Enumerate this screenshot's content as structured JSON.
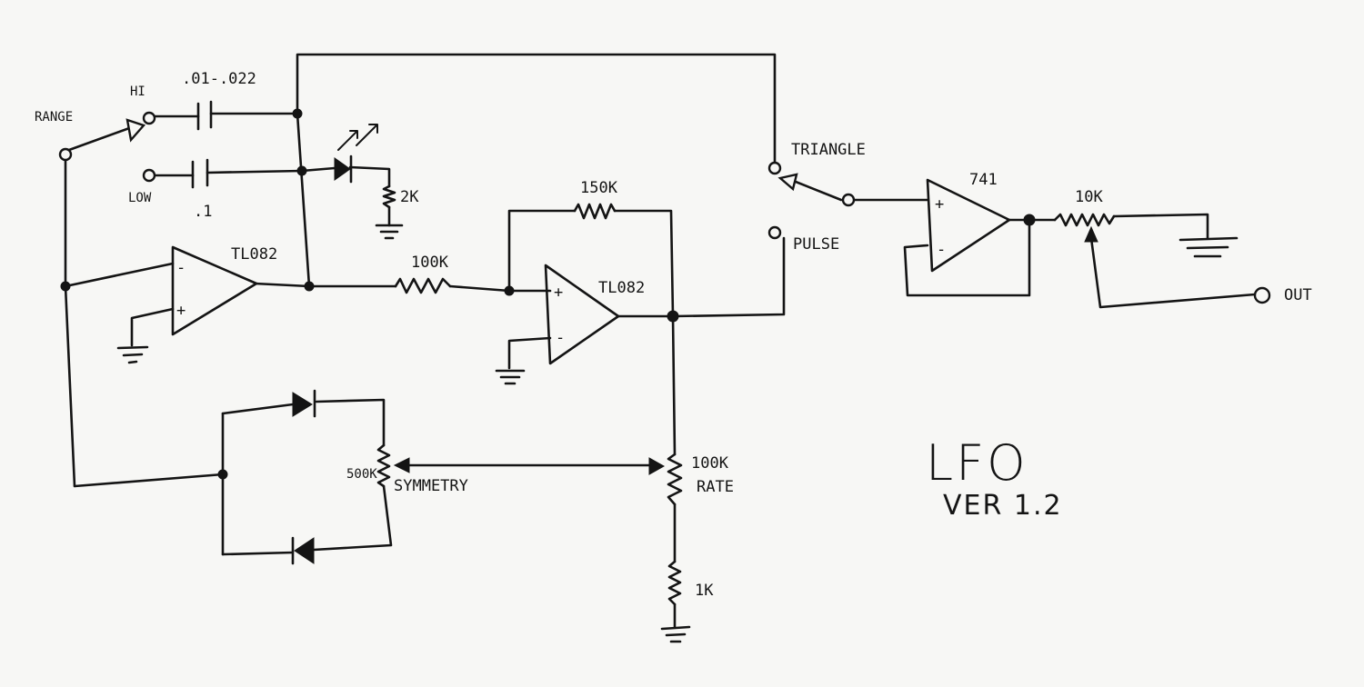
{
  "labels": {
    "range": "RANGE",
    "hi": "HI",
    "low": "LOW",
    "cap_hi": ".01-.022",
    "cap_low": ".1",
    "r_led": "2K",
    "opamp1": "TL082",
    "opamp2": "TL082",
    "r_input": "100K",
    "r_feedback": "150K",
    "triangle": "TRIANGLE",
    "pulse": "PULSE",
    "opamp3": "741",
    "pot_out": "10K",
    "out": "OUT",
    "pot_symmetry": "500K",
    "symmetry": "SYMMETRY",
    "pot_rate": "100K",
    "rate": "RATE",
    "r_1k": "1K",
    "title": "LFO",
    "version": "VER 1.2",
    "plus": "+",
    "minus": "-"
  }
}
